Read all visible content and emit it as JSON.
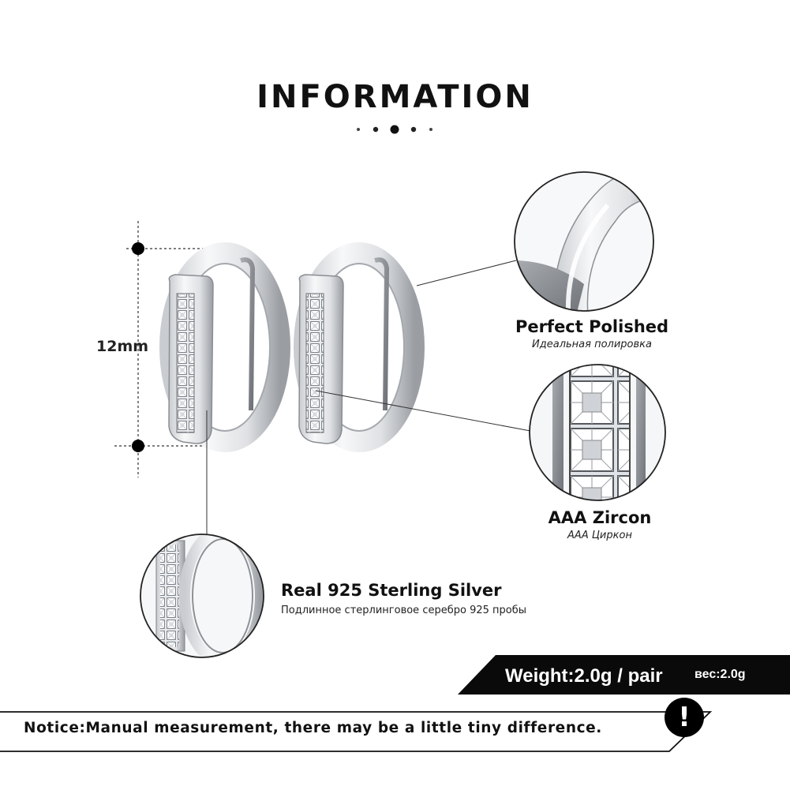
{
  "header": {
    "title": "INFORMATION"
  },
  "measurement": {
    "size_label": "12mm"
  },
  "features": {
    "polished": {
      "en": "Perfect  Polished",
      "ru": "Идеальная полировка"
    },
    "zircon": {
      "en": "AAA  Zircon",
      "ru": "AAA Циркон"
    },
    "silver": {
      "en": "Real 925  Sterling  Silver",
      "ru": "Подлинное стерлинговое серебро 925 пробы"
    }
  },
  "weight": {
    "en": "Weight:2.0g / pair",
    "ru": "вес:2.0g"
  },
  "notice": {
    "text": "Notice:Manual measurement, there may be a little tiny difference.",
    "badge": "!"
  },
  "colors": {
    "ink": "#111111",
    "banner": "#0a0a0a",
    "silver_light": "#f4f5f6",
    "silver_dark": "#8d9196"
  }
}
